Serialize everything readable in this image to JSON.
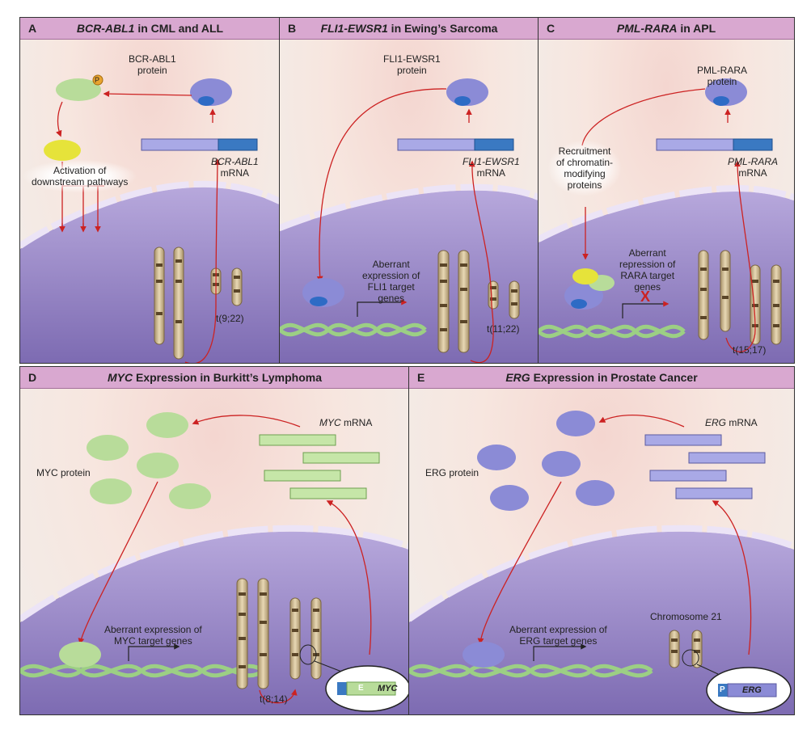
{
  "panels": {
    "a": {
      "letter": "A",
      "title_gene": "BCR-ABL1",
      "title_rest": " in CML and ALL",
      "protein_label": "BCR-ABL1\nprotein",
      "mrna_gene": "BCR-ABL1",
      "mrna_word": "mRNA",
      "pathway_label": "Activation of\ndownstream pathways",
      "translocation": "t(9;22)",
      "phospho": "P"
    },
    "b": {
      "letter": "B",
      "title_gene": "FLI1-EWSR1",
      "title_rest": " in Ewing’s Sarcoma",
      "protein_label": "FLI1-EWSR1\nprotein",
      "mrna_gene": "FLI1-EWSR1",
      "mrna_word": "mRNA",
      "expression_label": "Aberrant\nexpression of\nFLI1 target\ngenes",
      "translocation": "t(11;22)"
    },
    "c": {
      "letter": "C",
      "title_gene": "PML-RARA",
      "title_rest": " in APL",
      "protein_label": "PML-RARA\nprotein",
      "mrna_gene": "PML-RARA",
      "mrna_word": "mRNA",
      "recruit_label": "Recruitment\nof chromatin-\nmodifying\nproteins",
      "repression_label": "Aberrant\nrepression of\nRARA target\ngenes",
      "translocation": "t(15;17)",
      "block_mark": "X"
    },
    "d": {
      "letter": "D",
      "title_gene": "MYC",
      "title_rest": " Expression in Burkitt’s Lymphoma",
      "mrna_gene": "MYC",
      "mrna_word": " mRNA",
      "protein_label": "MYC protein",
      "expression_label": "Aberrant expression of\nMYC target genes",
      "translocation": "t(8;14)",
      "gene_box": "MYC",
      "enhancer": "E"
    },
    "e": {
      "letter": "E",
      "title_gene": "ERG",
      "title_rest": " Expression in Prostate Cancer",
      "mrna_gene": "ERG",
      "mrna_word": " mRNA",
      "protein_label": "ERG protein",
      "expression_label": "Aberrant expression of\nERG target genes",
      "chromosome_label": "Chromosome 21",
      "gene_box": "ERG",
      "promoter": "P"
    }
  },
  "colors": {
    "header": "#d9a8d0",
    "arrow": "#cc2222",
    "nucleus": "#9d8cc8",
    "blue_protein": "#8b8bd6",
    "green_protein": "#b8dc9a",
    "yellow_protein": "#e6e33a",
    "chromosome": "#c9b48a",
    "dna_green": "#9ccf84"
  }
}
